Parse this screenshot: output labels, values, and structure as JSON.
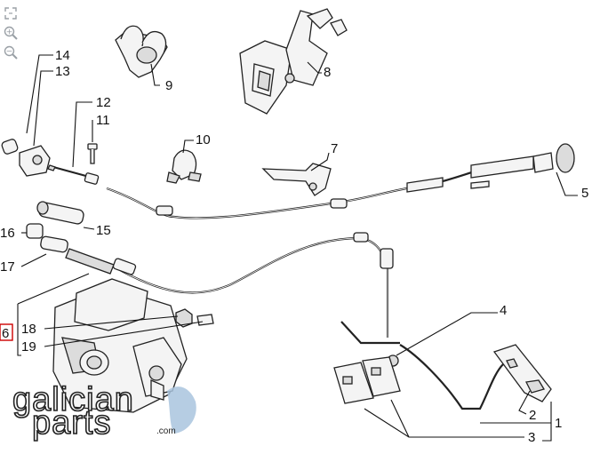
{
  "toolbar": {
    "icons": [
      "fit-to-screen-icon",
      "zoom-in-icon",
      "zoom-out-icon"
    ],
    "zoom_in_glyph": "+",
    "zoom_out_glyph": "−"
  },
  "callouts": {
    "c1": "1",
    "c2": "2",
    "c3": "3",
    "c4": "4",
    "c5": "5",
    "c6": "6",
    "c7": "7",
    "c8": "8",
    "c9": "9",
    "c10": "10",
    "c11": "11",
    "c12": "12",
    "c13": "13",
    "c14": "14",
    "c15": "15",
    "c16": "16",
    "c17": "17",
    "c18": "18",
    "c19": "19"
  },
  "highlight_color": "#cc0000",
  "logo": {
    "line1": "galician",
    "line2": "parts",
    "domain": ".com",
    "accent_color": "#a9c4de"
  }
}
